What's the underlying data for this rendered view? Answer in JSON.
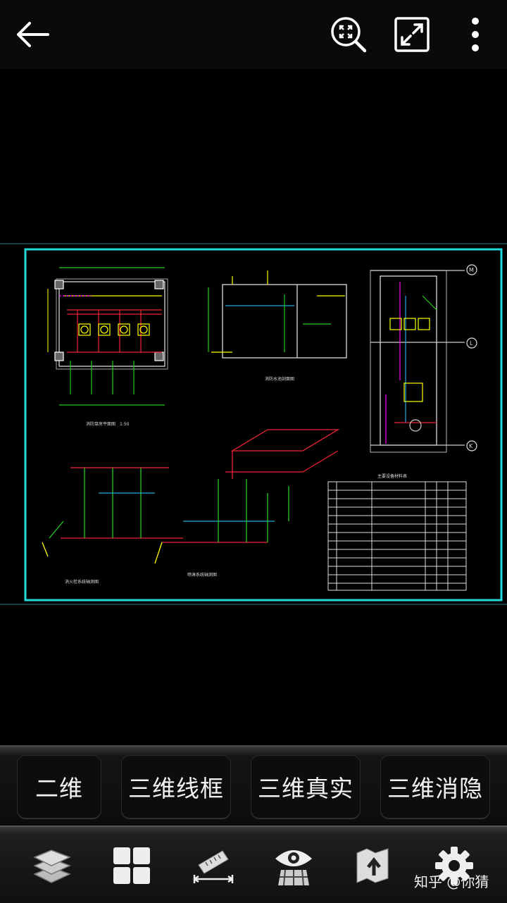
{
  "header": {
    "icons": [
      "arrow-left-icon",
      "zoom-extents-icon",
      "fullscreen-icon",
      "more-vert-icon"
    ]
  },
  "drawing": {
    "labels": {
      "plan1": "消防泵房平面图",
      "plan1_scale": "1:50",
      "section": "消防水池剖面图",
      "axo1": "消火栓系统轴测图",
      "axo2": "喷淋系统轴测图",
      "table_title": "主要设备材料表",
      "axis_m": "M",
      "axis_l": "L",
      "axis_k": "K"
    }
  },
  "modes": {
    "m2d": "二维",
    "wire3d": "三维线框",
    "real3d": "三维真实",
    "hidden3d": "三维消隐"
  },
  "toolbar": {
    "icons": [
      "layers-icon",
      "layout-icon",
      "measure-icon",
      "view-icon",
      "export-icon",
      "settings-icon"
    ]
  },
  "watermark": "知乎 @你猜"
}
